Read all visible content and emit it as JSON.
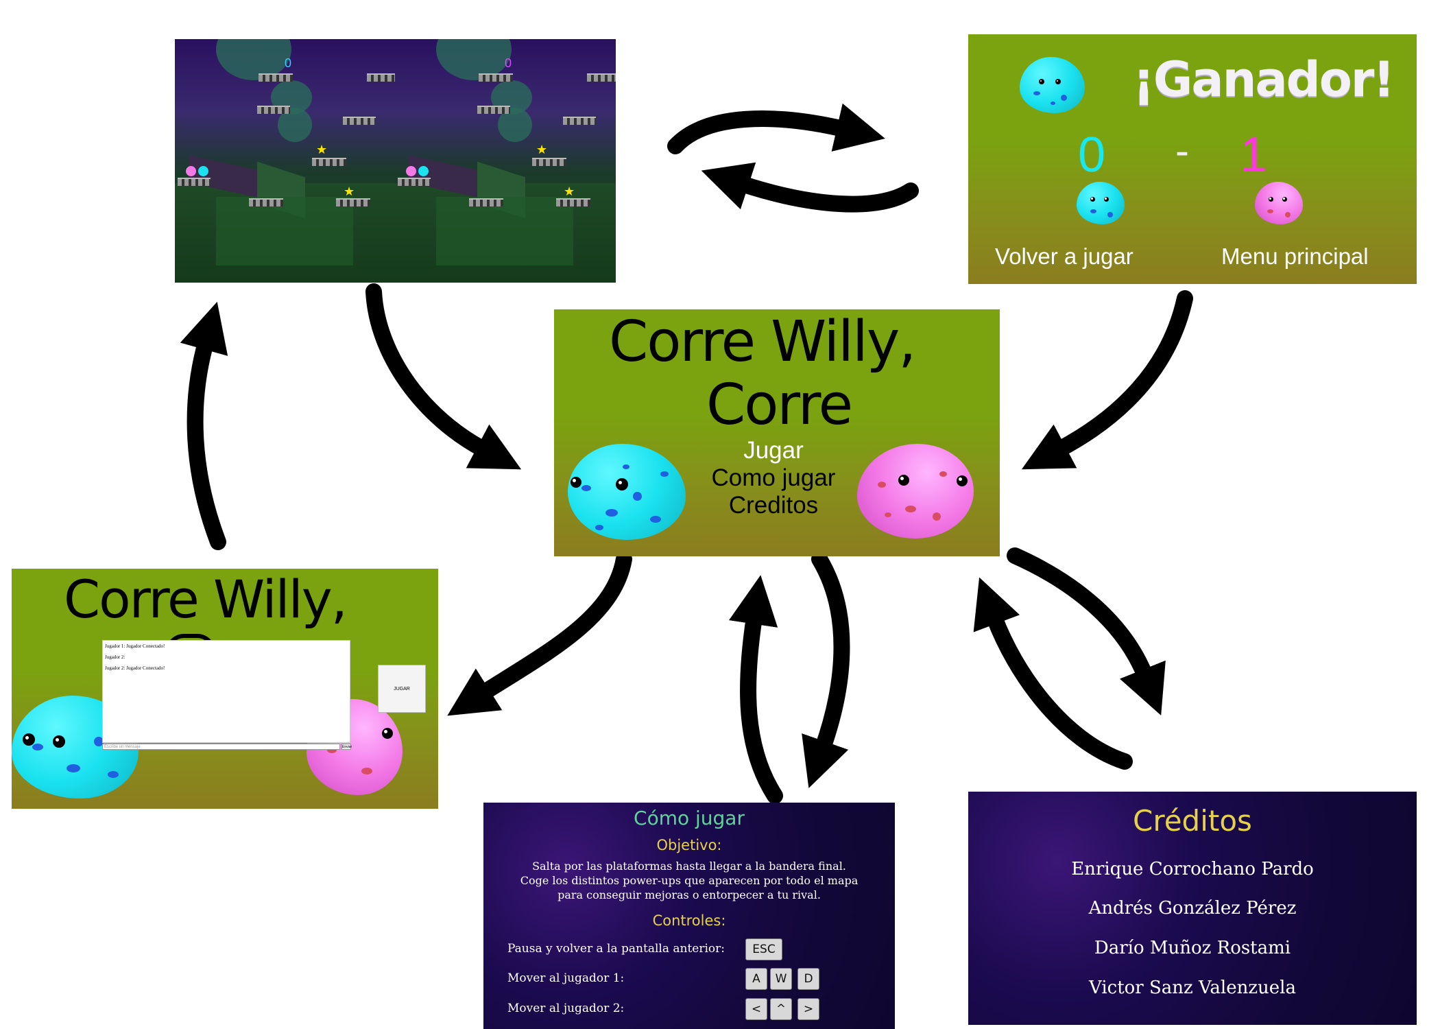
{
  "gameplay": {
    "score_left": "0",
    "score_right": "0"
  },
  "winner": {
    "title": "¡Ganador!",
    "score_left": "0",
    "separator": "-",
    "score_right": "1",
    "play_again": "Volver a jugar",
    "main_menu": "Menu principal"
  },
  "main_menu": {
    "title_line1": "Corre Willy,",
    "title_line2": "Corre",
    "menu_items": [
      "Jugar",
      "Como jugar",
      "Creditos"
    ]
  },
  "lobby": {
    "title": "Corre Willy,",
    "log_lines": [
      "Jugador 1: Jugador Conectado!",
      "Jugador 2:",
      "Jugador 2: Jugador Conectado!"
    ],
    "message_placeholder": "Escribe un mensaje",
    "send_label": "Enviar",
    "play_label": "JUGAR"
  },
  "how_to_play": {
    "title": "Cómo jugar",
    "objective_heading": "Objetivo:",
    "objective_lines": [
      "Salta por las plataformas hasta llegar a la bandera final.",
      "Coge los distintos power-ups que aparecen  por todo el mapa",
      "para conseguir mejoras o entorpecer a tu rival."
    ],
    "controls_heading": "Controles:",
    "controls": [
      {
        "label": "Pausa y volver a la pantalla anterior:",
        "keys": [
          "ESC"
        ]
      },
      {
        "label": "Mover al jugador 1:",
        "keys": [
          "A",
          "W",
          "D"
        ]
      },
      {
        "label": "Mover al jugador 2:",
        "keys": [
          "<",
          "^",
          ">"
        ]
      }
    ]
  },
  "credits": {
    "title": "Créditos",
    "names": [
      "Enrique Corrochano Pardo",
      "Andrés González Pérez",
      "Darío Muñoz Rostami",
      "Victor Sanz Valenzuela"
    ]
  },
  "colors": {
    "panel_green": "#7aa30f",
    "panel_olive": "#8b7d1f",
    "cyan": "#1be2ef",
    "pink": "#f47ae7",
    "dark_bg": "#120838",
    "heading_green": "#5fd39a",
    "heading_yellow": "#e6d14a",
    "arrow": "#000000"
  }
}
